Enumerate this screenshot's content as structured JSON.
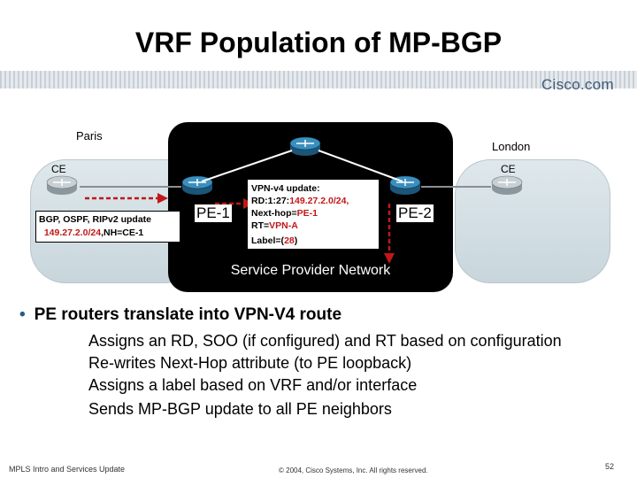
{
  "slide": {
    "title": "VRF Population of MP-BGP",
    "brand": "Cisco.com",
    "page_number": "52"
  },
  "diagram": {
    "site_left": "Paris",
    "site_right": "London",
    "ce_left": "CE",
    "ce_right": "CE",
    "pe_left": "PE-1",
    "pe_right": "PE-2",
    "provider_network": "Service Provider Network",
    "bgp_update": {
      "line1": "BGP, OSPF, RIPv2 update",
      "prefix": "149.27.2.0/24",
      "nh": ",NH=CE-1"
    },
    "vpn_update": {
      "line1": "VPN-v4 update:",
      "rd_label": "RD:1:27:",
      "rd_prefix": "149.27.2.0/24,",
      "nexthop_label": "Next-hop=",
      "nexthop_value": "PE-1",
      "rt_label": "RT=",
      "rt_value": "VPN-A",
      "label_prefix": "Label=(",
      "label_value": "28",
      "label_suffix": ")"
    }
  },
  "bullets": {
    "main": "PE routers translate into VPN-V4 route",
    "items": [
      "Assigns an RD, SOO (if configured) and RT based on configuration",
      "Re-writes Next-Hop attribute (to PE loopback)",
      "Assigns a label based on VRF and/or interface",
      "Sends MP-BGP update to all PE neighbors"
    ]
  },
  "footer": {
    "left": "MPLS Intro and Services Update",
    "center": "© 2004, Cisco Systems, Inc. All rights reserved."
  },
  "colors": {
    "highlight_red": "#c01818",
    "bullet_blue": "#2a5a86",
    "network_black": "#000000"
  }
}
